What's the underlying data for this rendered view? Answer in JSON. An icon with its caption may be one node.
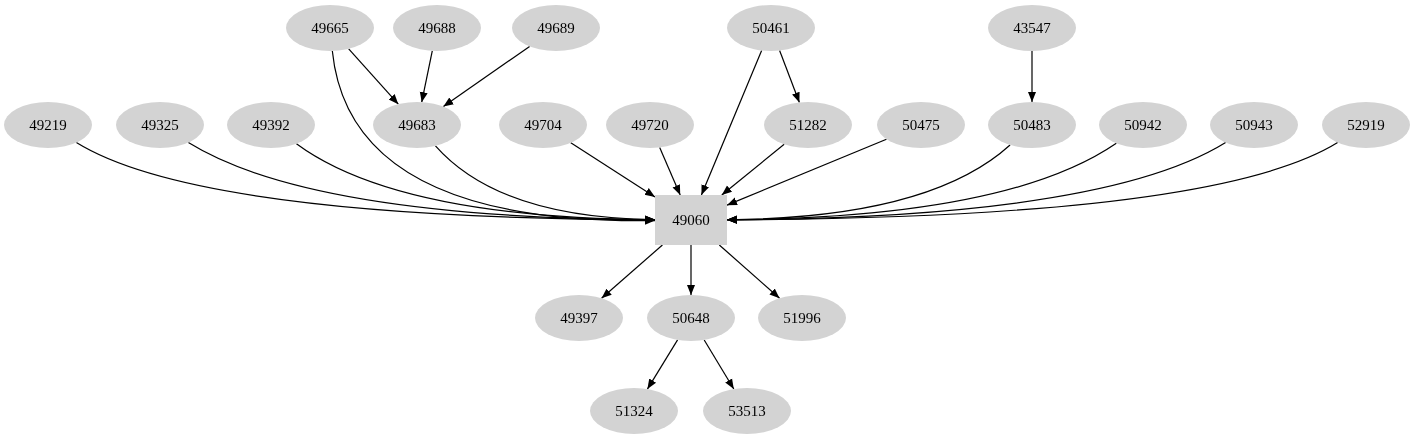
{
  "diagram": {
    "nodes": [
      {
        "text": [
          "49665"
        ]
      },
      {
        "text": [
          "49688"
        ]
      },
      {
        "text": [
          "49689"
        ]
      },
      {
        "text": [
          "50461"
        ]
      },
      {
        "text": [
          "43547"
        ]
      },
      {
        "text": [
          "49219"
        ]
      },
      {
        "text": [
          "49325"
        ]
      },
      {
        "text": [
          "49392"
        ]
      },
      {
        "text": [
          "49683"
        ]
      },
      {
        "text": [
          "49704"
        ]
      },
      {
        "text": [
          "49720"
        ]
      },
      {
        "text": [
          "51282"
        ]
      },
      {
        "text": [
          "50475"
        ]
      },
      {
        "text": [
          "50483"
        ]
      },
      {
        "text": [
          "50942"
        ]
      },
      {
        "text": [
          "50943"
        ]
      },
      {
        "text": [
          "52919"
        ]
      },
      {
        "text": [
          "49060"
        ]
      },
      {
        "text": [
          "49397"
        ]
      },
      {
        "text": [
          "50648"
        ]
      },
      {
        "text": [
          "51996"
        ]
      },
      {
        "text": [
          "51324"
        ]
      },
      {
        "text": [
          "53513"
        ]
      }
    ],
    "edges": [
      {
        "from": 0,
        "to": 8,
        "arrow": "to"
      },
      {
        "from": 1,
        "to": 8,
        "arrow": "to"
      },
      {
        "from": 2,
        "to": 8,
        "arrow": "to"
      },
      {
        "from": 0,
        "to": 17,
        "arrow": "to"
      },
      {
        "from": 3,
        "to": 11,
        "arrow": "to"
      },
      {
        "from": 3,
        "to": 17,
        "arrow": "to"
      },
      {
        "from": 4,
        "to": 13,
        "arrow": "to"
      },
      {
        "from": 5,
        "to": 17,
        "arrow": "to"
      },
      {
        "from": 6,
        "to": 17,
        "arrow": "to"
      },
      {
        "from": 7,
        "to": 17,
        "arrow": "to"
      },
      {
        "from": 8,
        "to": 17,
        "arrow": "to"
      },
      {
        "from": 9,
        "to": 17,
        "arrow": "to"
      },
      {
        "from": 10,
        "to": 17,
        "arrow": "to"
      },
      {
        "from": 11,
        "to": 17,
        "arrow": "to"
      },
      {
        "from": 12,
        "to": 17,
        "arrow": "to"
      },
      {
        "from": 13,
        "to": 17,
        "arrow": "to"
      },
      {
        "from": 14,
        "to": 17,
        "arrow": "to"
      },
      {
        "from": 15,
        "to": 17,
        "arrow": "to"
      },
      {
        "from": 16,
        "to": 17,
        "arrow": "to"
      },
      {
        "from": 17,
        "to": 18,
        "arrow": "to"
      },
      {
        "from": 17,
        "to": 19,
        "arrow": "to"
      },
      {
        "from": 17,
        "to": 20,
        "arrow": "to"
      },
      {
        "from": 19,
        "to": 21,
        "arrow": "to"
      },
      {
        "from": 19,
        "to": 22,
        "arrow": "to"
      }
    ]
  }
}
